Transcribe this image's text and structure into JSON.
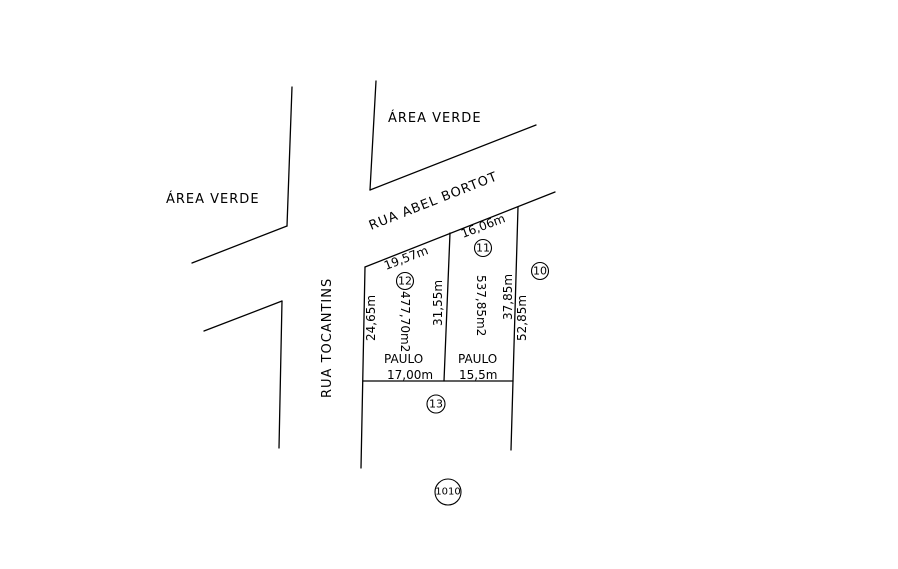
{
  "areas": {
    "area_verde_top": "ÁREA VERDE",
    "area_verde_left": "ÁREA VERDE"
  },
  "streets": {
    "rua_abel_bortot": "RUA ABEL BORTOT",
    "rua_tocantins": "RUA TOCANTINS"
  },
  "lots": {
    "lot_11": {
      "number": "11",
      "front": "16,06m",
      "area": "537,85m2",
      "right_side": "37,85m",
      "owner": "PAULO",
      "back": "15,5m"
    },
    "lot_12": {
      "number": "12",
      "front": "19,57m",
      "area": "477,70m2",
      "left_side": "24,65m",
      "right_side": "31,55m",
      "owner": "PAULO",
      "back": "17,00m"
    },
    "lot_10": {
      "number": "10",
      "side": "52,85m"
    },
    "lot_13": {
      "number": "13"
    },
    "lot_1010": {
      "number": "1010"
    }
  }
}
